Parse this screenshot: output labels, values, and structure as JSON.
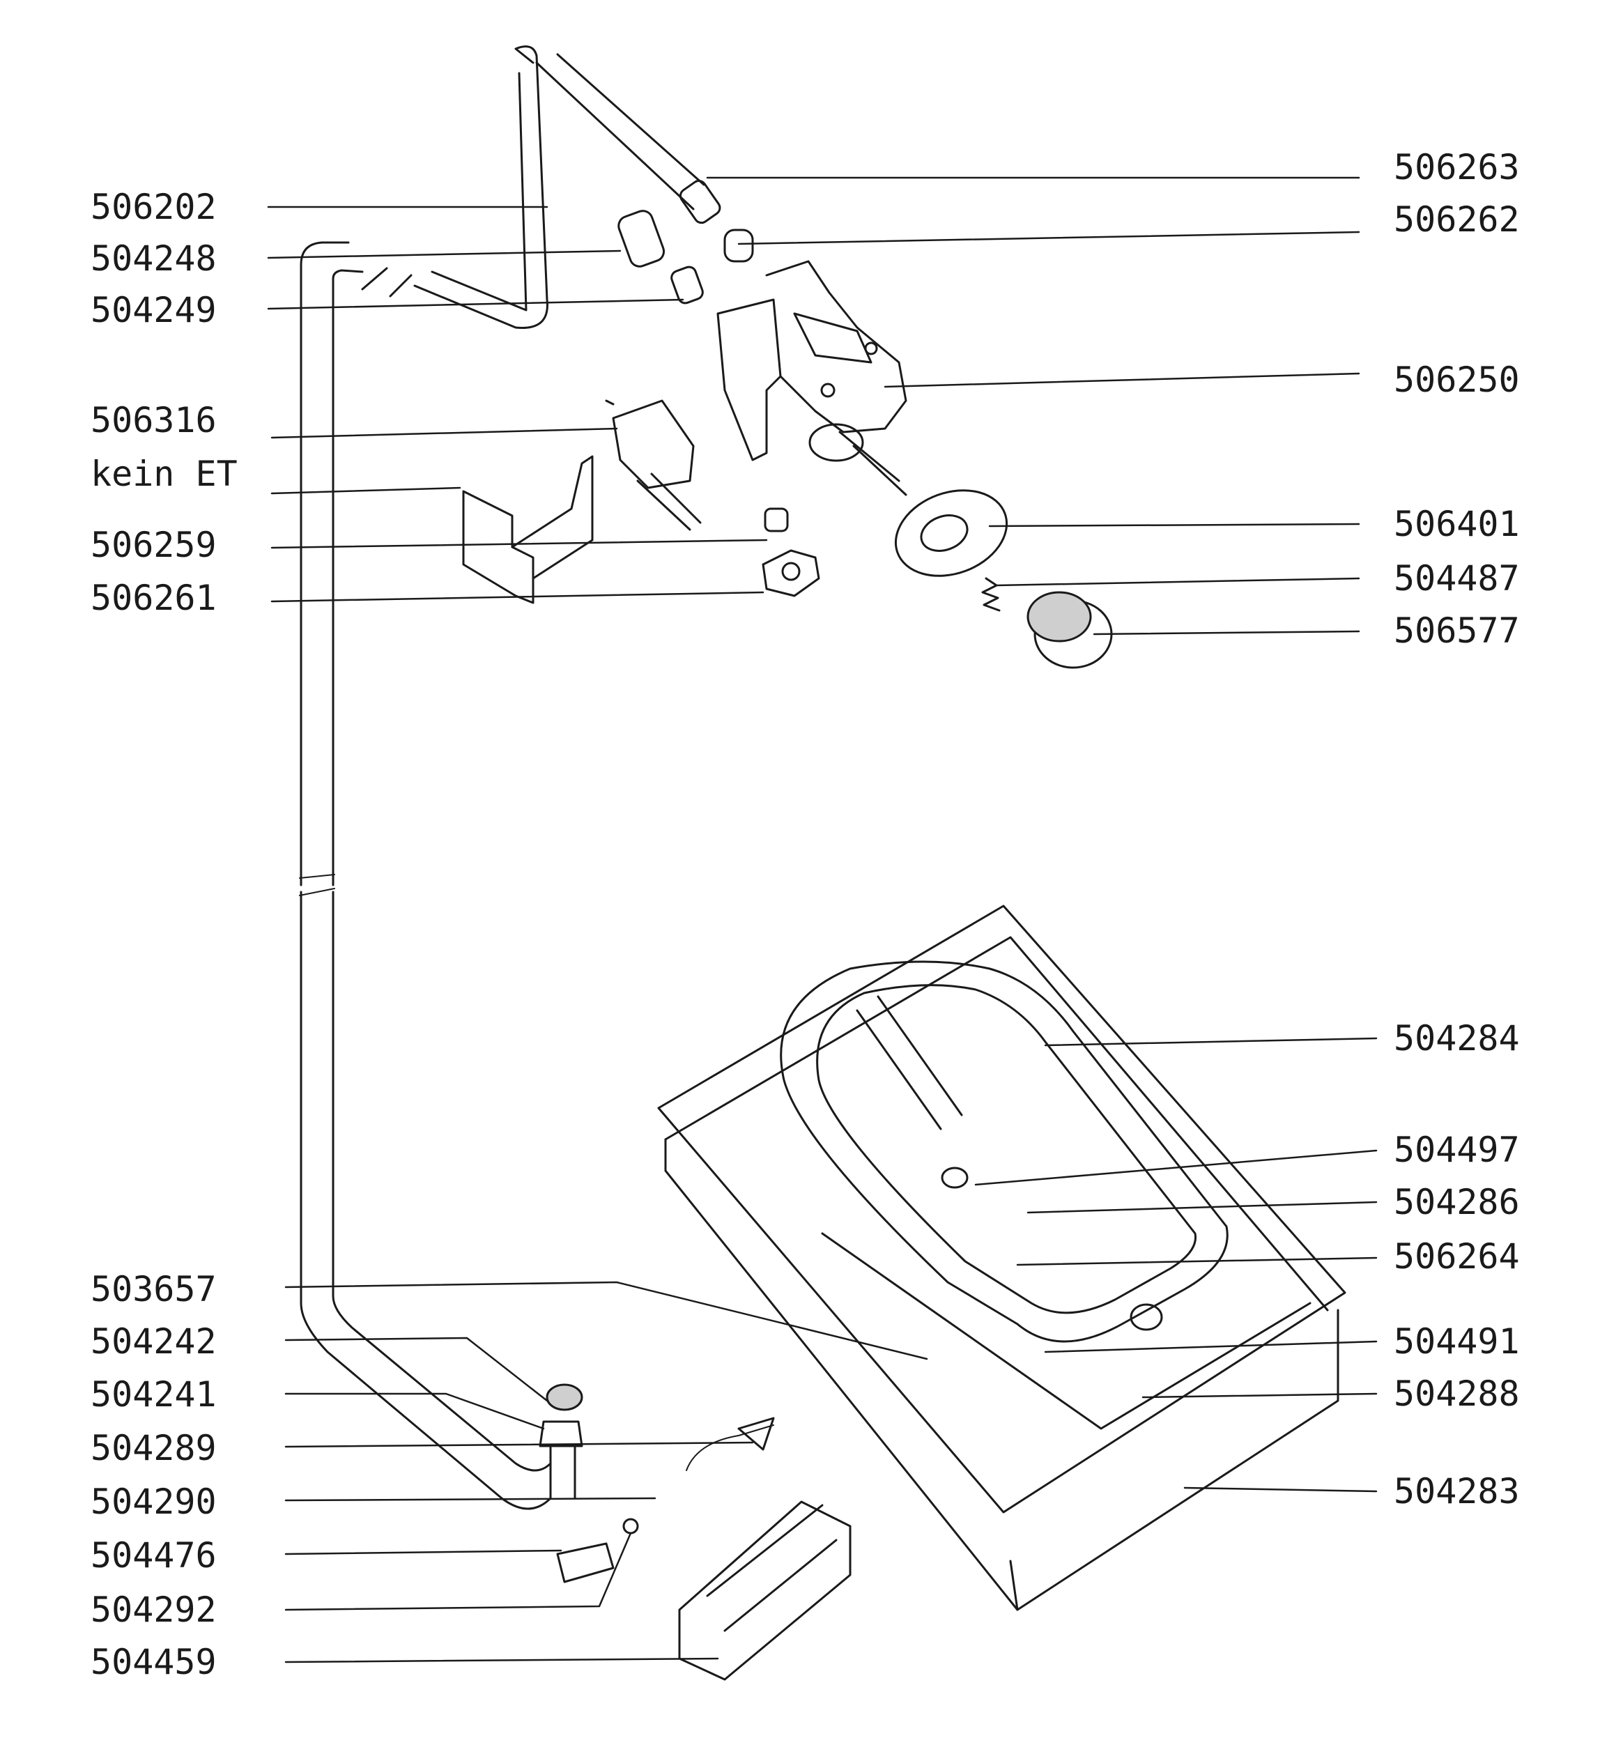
{
  "diagram": {
    "labels_left": [
      "506202",
      "504248",
      "504249",
      "506316",
      "kein ET",
      "506259",
      "506261",
      "503657",
      "504242",
      "504241",
      "504289",
      "504290",
      "504476",
      "504292",
      "504459"
    ],
    "labels_right": [
      "506263",
      "506262",
      "506250",
      "506401",
      "504487",
      "506577",
      "504284",
      "504497",
      "504286",
      "506264",
      "504491",
      "504288",
      "504283"
    ]
  },
  "colors": {
    "ink": "#1a1a1a",
    "paper": "#ffffff",
    "shade": "#cfcfcf"
  }
}
